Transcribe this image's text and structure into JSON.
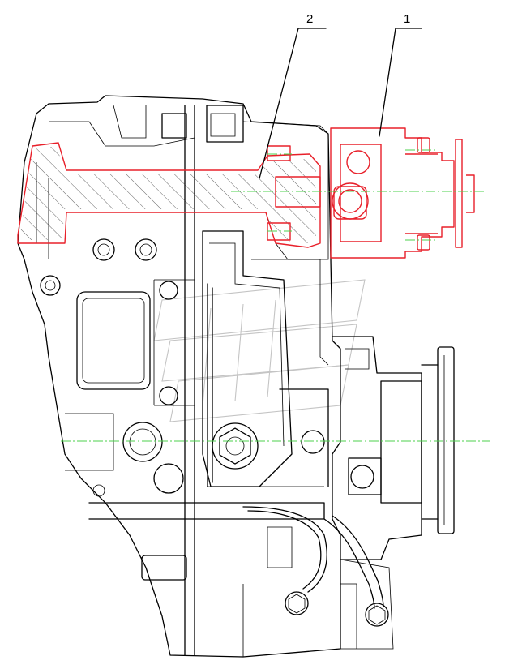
{
  "callouts": [
    {
      "id": "1",
      "label": "1"
    },
    {
      "id": "2",
      "label": "2"
    }
  ],
  "colors": {
    "highlight": "#e8202a",
    "centerline": "#4cd14c",
    "outline": "#000000",
    "watermark": "#c4c4c4"
  }
}
